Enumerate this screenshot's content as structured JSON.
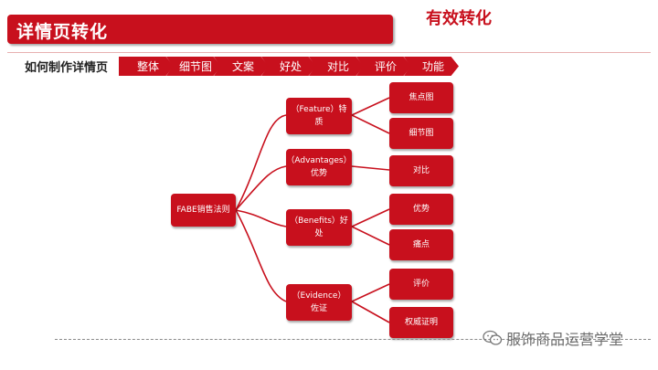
{
  "header": {
    "title": "详情页转化",
    "corner_title": "有效转化"
  },
  "steps": {
    "label": "如何制作详情页",
    "items": [
      "整体",
      "细节图",
      "文案",
      "好处",
      "对比",
      "评价",
      "功能"
    ]
  },
  "diagram": {
    "root": "FABE销售法则",
    "branches": [
      {
        "label": "（Feature）特质",
        "leaves": [
          "焦点图",
          "细节图"
        ]
      },
      {
        "label": "（Advantages）优势",
        "leaves": [
          "对比"
        ]
      },
      {
        "label": "（Benefits）好处",
        "leaves": [
          "优势",
          "痛点"
        ]
      },
      {
        "label": "（Evidence）佐证",
        "leaves": [
          "评价",
          "权威证明"
        ]
      }
    ]
  },
  "watermark": {
    "text": "服饰商品运营学堂",
    "icon": "wechat-icon"
  },
  "colors": {
    "accent": "#c8101d",
    "line": "#c8101d"
  }
}
